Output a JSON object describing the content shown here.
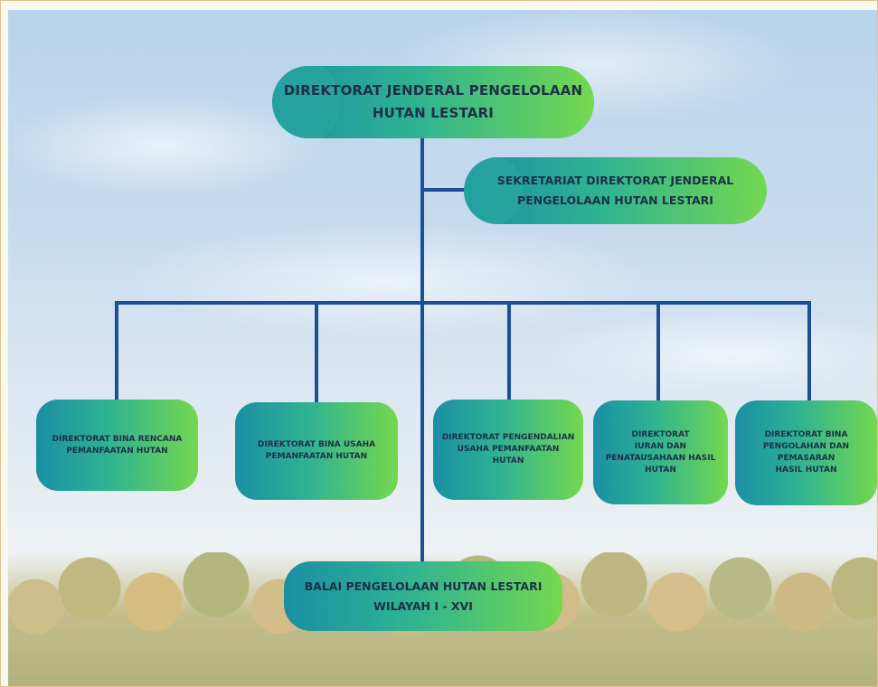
{
  "diagram": {
    "top": {
      "line1": "DIREKTORAT JENDERAL PENGELOLAAN",
      "line2": "HUTAN LESTARI"
    },
    "secretariat": {
      "line1": "SEKRETARIAT DIREKTORAT JENDERAL",
      "line2": "PENGELOLAAN HUTAN LESTARI"
    },
    "directorates": [
      {
        "lines": [
          "DIREKTORAT BINA RENCANA",
          "PEMANFAATAN HUTAN"
        ]
      },
      {
        "lines": [
          "DIREKTORAT BINA USAHA",
          "PEMANFAATAN HUTAN"
        ]
      },
      {
        "lines": [
          "DIREKTORAT  PENGENDALIAN",
          "USAHA  PEMANFAATAN",
          "HUTAN"
        ]
      },
      {
        "lines": [
          "DIREKTORAT",
          "IURAN DAN",
          "PENATAUSAHAAN HASIL",
          "HUTAN"
        ]
      },
      {
        "lines": [
          "DIREKTORAT BINA",
          "PENGOLAHAN DAN PEMASARAN",
          "HASIL HUTAN"
        ]
      }
    ],
    "balai": {
      "line1": "BALAI PENGELOLAAN HUTAN LESTARI",
      "line2": "WILAYAH I - XVI"
    },
    "colors": {
      "connector": "#1d4f99",
      "node_gradient_start": "#1a8fa4",
      "node_gradient_end": "#74d84f",
      "text": "#1e2f48"
    }
  }
}
